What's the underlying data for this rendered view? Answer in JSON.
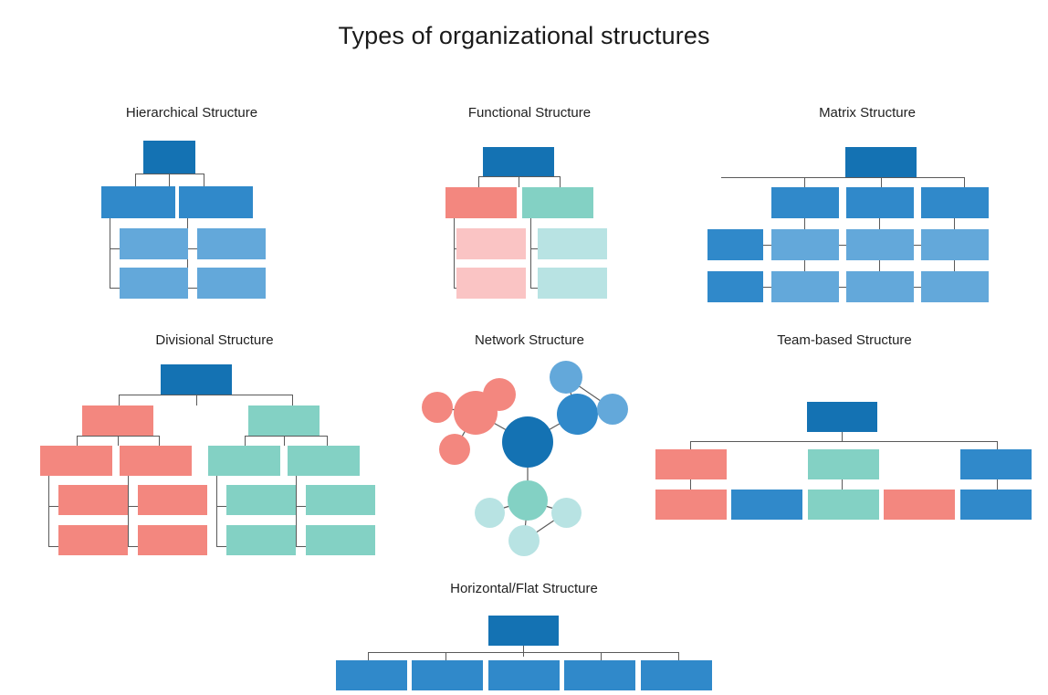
{
  "page": {
    "title": "Types of organizational structures",
    "background": "#ffffff"
  },
  "palette": {
    "dark_blue": "#1472b3",
    "medium_blue": "#3089ca",
    "light_blue": "#63a8da",
    "pale_blue": "#a9d8e8",
    "salmon": "#f3877f",
    "light_pink": "#fac4c4",
    "teal": "#83d1c4",
    "light_teal": "#b8e3e3",
    "connector": "#5a5a5a",
    "text": "#1f1f1f"
  },
  "diagrams": [
    {
      "id": "hierarchical",
      "title": "Hierarchical Structure",
      "type": "tree",
      "levels": 3,
      "node_counts": [
        1,
        2,
        4
      ],
      "colors": [
        "dark_blue",
        "medium_blue",
        "light_blue"
      ]
    },
    {
      "id": "functional",
      "title": "Functional Structure",
      "type": "tree",
      "levels": 3,
      "node_counts": [
        1,
        2,
        4
      ],
      "colors": [
        "dark_blue",
        "salmon/teal",
        "light_pink/light_teal"
      ]
    },
    {
      "id": "matrix",
      "title": "Matrix Structure",
      "type": "matrix",
      "column_headers": 3,
      "row_headers": 2,
      "grid_cells": 6,
      "colors": [
        "dark_blue",
        "medium_blue",
        "light_blue"
      ]
    },
    {
      "id": "divisional",
      "title": "Divisional Structure",
      "type": "tree",
      "levels": 4,
      "node_counts": [
        1,
        2,
        4,
        8
      ],
      "colors": [
        "dark_blue",
        "salmon",
        "teal"
      ]
    },
    {
      "id": "network",
      "title": "Network Structure",
      "type": "network",
      "hub_count": 1,
      "cluster_count": 3,
      "total_nodes": 11,
      "colors": [
        "dark_blue",
        "salmon",
        "medium_blue",
        "teal",
        "light_blue",
        "light_teal"
      ]
    },
    {
      "id": "team-based",
      "title": "Team-based Structure",
      "type": "tree",
      "levels": 3,
      "node_counts": [
        1,
        3,
        5
      ],
      "colors": [
        "dark_blue",
        "salmon",
        "teal",
        "medium_blue"
      ]
    },
    {
      "id": "horizontal-flat",
      "title": "Horizontal/Flat Structure",
      "type": "tree",
      "levels": 2,
      "node_counts": [
        1,
        5
      ],
      "colors": [
        "dark_blue",
        "medium_blue"
      ]
    }
  ]
}
